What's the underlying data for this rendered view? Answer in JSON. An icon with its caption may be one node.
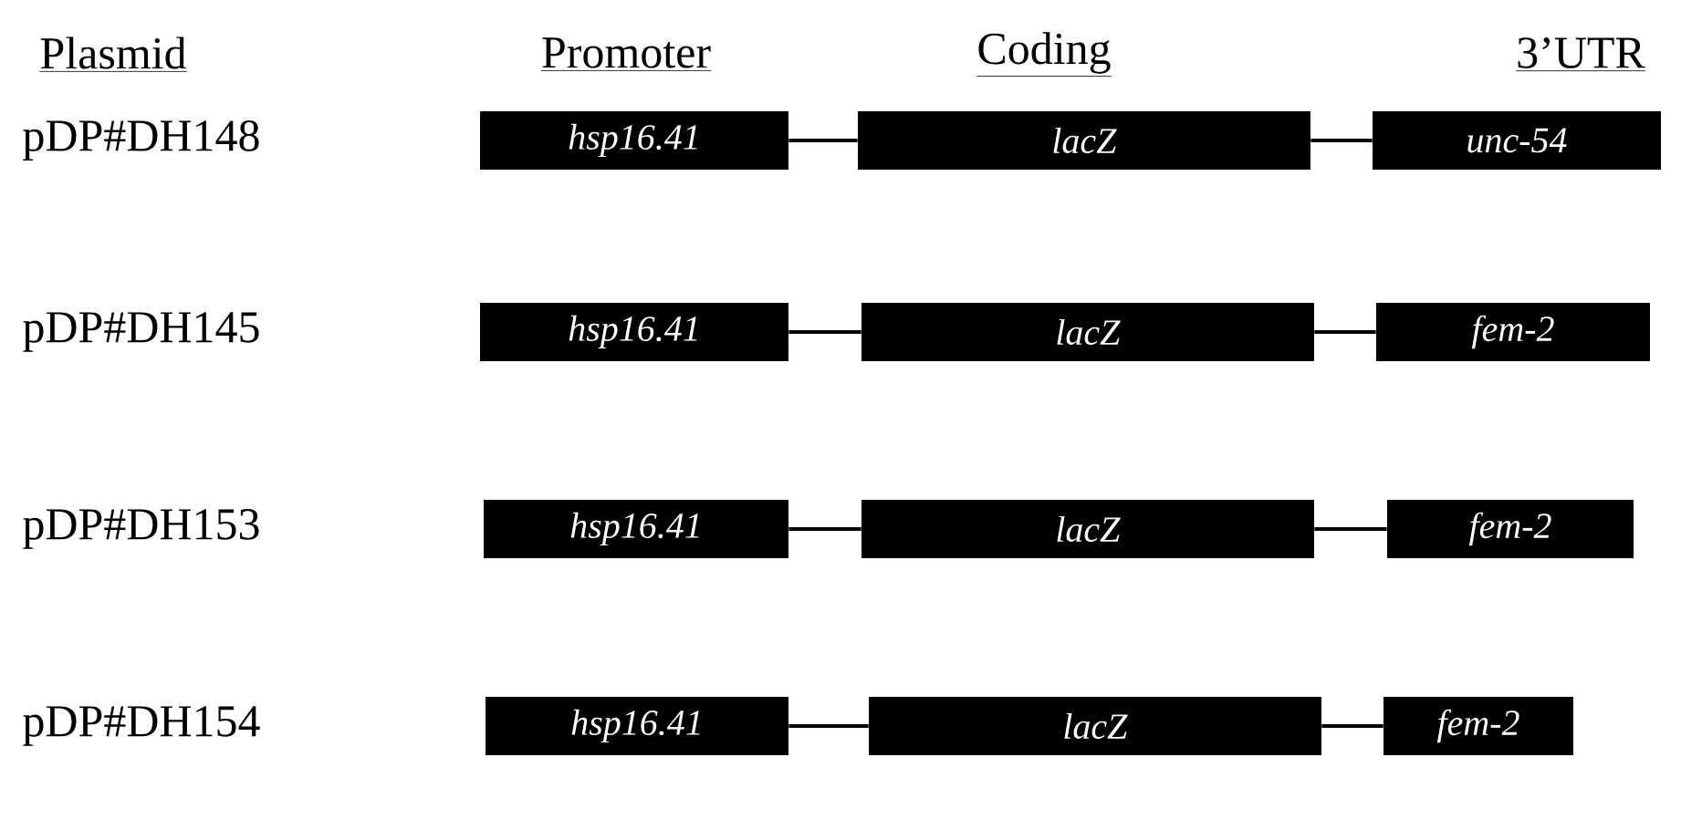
{
  "diagram": {
    "nodes": [
      {
        "text": [
          "*hsp16.41*"
        ]
      },
      {
        "text": [
          "*lacZ*"
        ]
      },
      {
        "text": [
          "*unc-54*"
        ]
      },
      {
        "text": [
          "*hsp16.41*"
        ]
      },
      {
        "text": [
          "*lacZ*"
        ]
      },
      {
        "text": [
          "*fem-2*"
        ]
      },
      {
        "text": [
          "*hsp16.41*"
        ]
      },
      {
        "text": [
          "*lacZ*"
        ]
      },
      {
        "text": [
          "*fem-2*"
        ]
      },
      {
        "text": [
          "*hsp16.41*"
        ]
      },
      {
        "text": [
          "*lacZ*"
        ]
      },
      {
        "text": [
          "*fem-2*"
        ]
      }
    ],
    "edges": [
      {
        "from": 0,
        "to": 1,
        "arrow": "none"
      },
      {
        "from": 1,
        "to": 2,
        "arrow": "none"
      },
      {
        "from": 3,
        "to": 4,
        "arrow": "none"
      },
      {
        "from": 4,
        "to": 5,
        "arrow": "none"
      },
      {
        "from": 6,
        "to": 7,
        "arrow": "none"
      },
      {
        "from": 7,
        "to": 8,
        "arrow": "none"
      },
      {
        "from": 9,
        "to": 10,
        "arrow": "none"
      },
      {
        "from": 10,
        "to": 11,
        "arrow": "none"
      }
    ],
    "labels": [
      "Plasmid",
      "Promoter",
      "Coding",
      "3’UTR",
      "pDP#DH148",
      "pDP#DH145",
      "pDP#DH153",
      "pDP#DH154"
    ]
  }
}
